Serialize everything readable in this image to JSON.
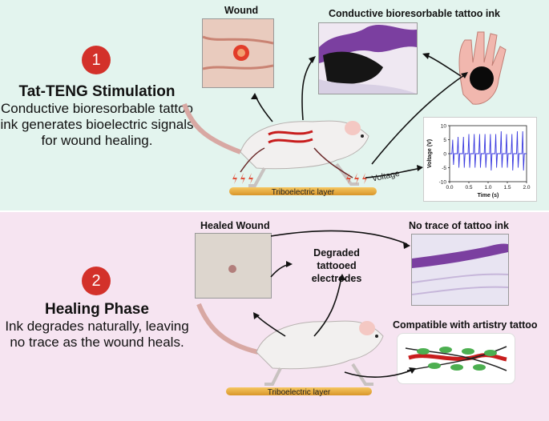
{
  "step1": {
    "number": "1",
    "title": "Tat-TENG Stimulation",
    "description": "Conductive bioresorbable tattoo ink generates bioelectric signals for wound healing.",
    "wound_label": "Wound",
    "ink_label": "Conductive bioresorbable tattoo ink",
    "layer_label": "Triboelectric layer",
    "voltage_label": "Voltage"
  },
  "step2": {
    "number": "2",
    "title": "Healing Phase",
    "description": "Ink degrades naturally, leaving no trace as the wound heals.",
    "healed_label": "Healed Wound",
    "degraded_label": "Degraded tattooed electrodes",
    "no_trace_label": "No trace of tattoo ink",
    "compatible_label": "Compatible with artistry tattoo",
    "layer_label": "Triboelectric layer"
  },
  "colors": {
    "top_panel": "#e3f4ee",
    "bottom_panel": "#f6e4f1",
    "step_circle": "#d3312a",
    "signal": "#3a3adf",
    "layer": "#e4a93c"
  },
  "chart_data": {
    "type": "line",
    "title": "",
    "xlabel": "Time (s)",
    "ylabel": "Voltage (V)",
    "xlim": [
      0,
      2.0
    ],
    "ylim": [
      -10,
      10
    ],
    "xticks": [
      "0.0",
      "0.5",
      "1.0",
      "1.5",
      "2.0"
    ],
    "yticks": [
      "10",
      "5",
      "0",
      "-5",
      "-10"
    ],
    "grid": false,
    "series": [
      {
        "peaks_x": [
          0.08,
          0.22,
          0.36,
          0.5,
          0.64,
          0.78,
          0.92,
          1.06,
          1.2,
          1.34,
          1.48,
          1.62,
          1.76,
          1.9
        ],
        "peak_high": [
          5,
          6,
          6,
          7,
          7,
          7,
          7,
          7,
          7,
          8,
          7,
          7,
          8,
          8
        ],
        "peak_low": [
          -4,
          -5,
          -5,
          -5,
          -5,
          -5,
          -5,
          -6,
          -5,
          -5,
          -5,
          -6,
          -5,
          -6
        ],
        "baseline": 0
      }
    ]
  }
}
